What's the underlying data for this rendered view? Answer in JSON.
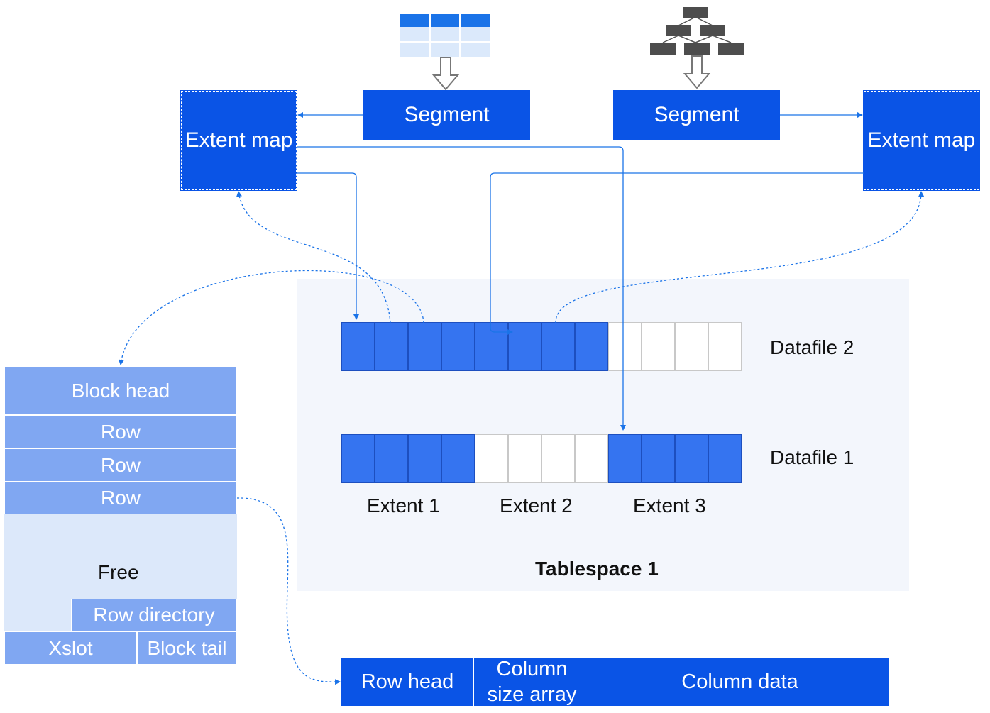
{
  "segments": [
    {
      "label": "Segment"
    },
    {
      "label": "Segment"
    }
  ],
  "extent_maps": [
    {
      "label": "Extent map"
    },
    {
      "label": "Extent map"
    }
  ],
  "tablespace": {
    "title": "Tablespace 1",
    "datafiles": [
      {
        "label": "Datafile 2",
        "cells": [
          1,
          1,
          1,
          1,
          1,
          1,
          1,
          1,
          0,
          0,
          0,
          0
        ]
      },
      {
        "label": "Datafile 1",
        "cells": [
          1,
          1,
          1,
          1,
          0,
          0,
          0,
          0,
          1,
          1,
          1,
          1
        ]
      }
    ],
    "extents": [
      "Extent 1",
      "Extent 2",
      "Extent 3"
    ]
  },
  "block": {
    "head": "Block head",
    "rows": [
      "Row",
      "Row",
      "Row"
    ],
    "free": "Free",
    "row_directory": "Row directory",
    "xslot": "Xslot",
    "tail": "Block tail"
  },
  "row_format": {
    "head": "Row head",
    "col_size_1": "Column",
    "col_size_2": "size array",
    "col_data": "Column data"
  },
  "colors": {
    "primary_blue": "#0a54e6",
    "cell_blue": "#3574f0",
    "block_blue": "#80a7f2",
    "free_blue": "#dce8fa",
    "tablespace_bg": "#f3f6fc",
    "line_blue": "#1a73e8"
  }
}
